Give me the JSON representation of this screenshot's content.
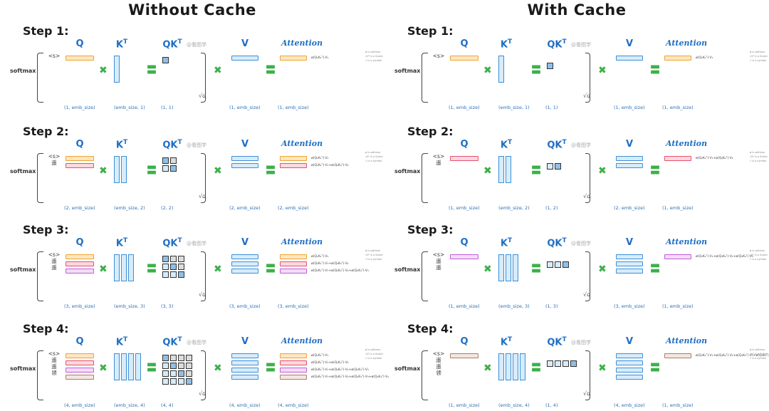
{
  "titles": {
    "left": "Without Cache",
    "right": "With Cache"
  },
  "watermark": "@看图学",
  "headers": {
    "q": "Q",
    "k": "K",
    "k_sup": "T",
    "qk": "QK",
    "qk_sup": "T",
    "v": "V",
    "att": "Attention"
  },
  "softmax": "softmax",
  "sqrt_d": "√d",
  "notes": [
    "ø is softmax",
    "√d² is a Scalar",
    "√ is a symbol"
  ],
  "colors": {
    "orange": "#f0a32d",
    "orange_fill": "#fde7c4",
    "red": "#e5506e",
    "red_fill": "#fcd9df",
    "purple": "#c05fd6",
    "purple_fill": "#f3dbf9",
    "tan": "#a87f6e",
    "tan_fill": "#f3e6df",
    "blue": "#3d8fd6",
    "blue_fill": "#d7ecfb",
    "green": "#3cb04a",
    "gray_fill": "#dcdcdc",
    "diag_fill": "#8fc0e8"
  },
  "panels": {
    "left": {
      "steps": [
        {
          "label": "Step 1:",
          "tokens": [
            "<s>"
          ],
          "shapes": {
            "q": "(1, emb_size)",
            "k": "(emb_size, 1)",
            "qk": "(1, 1)",
            "v": "(1, emb_size)",
            "att": "(1, emb_size)"
          },
          "formulas": [
            "ø(Q₁K₁ᵀ)·V₁"
          ]
        },
        {
          "label": "Step 2:",
          "tokens": [
            "<s>",
            "遥"
          ],
          "shapes": {
            "q": "(2, emb_size)",
            "k": "(emb_size, 2)",
            "qk": "(2, 2)",
            "v": "(2, emb_size)",
            "att": "(2, emb_size)"
          },
          "formulas": [
            "ø(Q₁K₁ᵀ)·V₁",
            "ø(Q₂K₁ᵀ)·V₁+ø(Q₂K₂ᵀ)·V₂"
          ]
        },
        {
          "label": "Step 3:",
          "tokens": [
            "<s>",
            "遥",
            "遥"
          ],
          "shapes": {
            "q": "(3, emb_size)",
            "k": "(emb_size, 3)",
            "qk": "(3, 3)",
            "v": "(3, emb_size)",
            "att": "(3, emb_size)"
          },
          "formulas": [
            "ø(Q₁K₁ᵀ)·V₁",
            "ø(Q₂K₁ᵀ)·V₁+ø(Q₂K₂ᵀ)·V₂",
            "ø(Q₃K₁ᵀ)·V₁+ø(Q₃K₂ᵀ)·V₂+ø(Q₃K₃ᵀ)·V₃"
          ]
        },
        {
          "label": "Step 4:",
          "tokens": [
            "<s>",
            "遥",
            "遥",
            "领"
          ],
          "shapes": {
            "q": "(4, emb_size)",
            "k": "(emb_size, 4)",
            "qk": "(4, 4)",
            "v": "(4, emb_size)",
            "att": "(4, emb_size)"
          },
          "formulas": [
            "ø(Q₁K₁ᵀ)·V₁",
            "ø(Q₂K₁ᵀ)·V₁+ø(Q₂K₂ᵀ)·V₂",
            "ø(Q₃K₁ᵀ)·V₁+ø(Q₃K₂ᵀ)·V₂+ø(Q₃K₃ᵀ)·V₃",
            "ø(Q₄K₁ᵀ)·V₁+ø(Q₄K₂ᵀ)·V₂+ø(Q₄K₃ᵀ)·V₃+ø(Q₄K₄ᵀ)·V₄"
          ]
        }
      ]
    },
    "right": {
      "steps": [
        {
          "label": "Step 1:",
          "tokens": [
            "<s>"
          ],
          "shapes": {
            "q": "(1, emb_size)",
            "k": "(emb_size, 1)",
            "qk": "(1, 1)",
            "v": "(1, emb_size)",
            "att": "(1, emb_size)"
          },
          "formulas": [
            "ø(Q₁K₁ᵀ)·V₁"
          ]
        },
        {
          "label": "Step 2:",
          "tokens": [
            "<s>",
            "遥"
          ],
          "shapes": {
            "q": "(1, emb_size)",
            "k": "(emb_size, 2)",
            "qk": "(1, 2)",
            "v": "(2, emb_size)",
            "att": "(1, emb_size)"
          },
          "formulas": [
            "ø(Q₂K₁ᵀ)·V₁+ø(Q₂K₂ᵀ)·V₂"
          ]
        },
        {
          "label": "Step 3:",
          "tokens": [
            "<s>",
            "遥",
            "遥"
          ],
          "shapes": {
            "q": "(1, emb_size)",
            "k": "(emb_size, 3)",
            "qk": "(1, 3)",
            "v": "(3, emb_size)",
            "att": "(1, emb_size)"
          },
          "formulas": [
            "ø(Q₃K₁ᵀ)·V₁+ø(Q₃K₂ᵀ)·V₂+ø(Q₃K₃ᵀ)·V₃"
          ]
        },
        {
          "label": "Step 4:",
          "tokens": [
            "<s>",
            "遥",
            "遥",
            "领"
          ],
          "shapes": {
            "q": "(1, emb_size)",
            "k": "(emb_size, 4)",
            "qk": "(1, 4)",
            "v": "(4, emb_size)",
            "att": "(1, emb_size)"
          },
          "formulas": [
            "ø(Q₄K₁ᵀ)·V₁+ø(Q₄K₂ᵀ)·V₂+ø(Q₄K₃ᵀ)·V₃+ø(Q₄K₄ᵀ)·V₄"
          ]
        }
      ]
    }
  }
}
